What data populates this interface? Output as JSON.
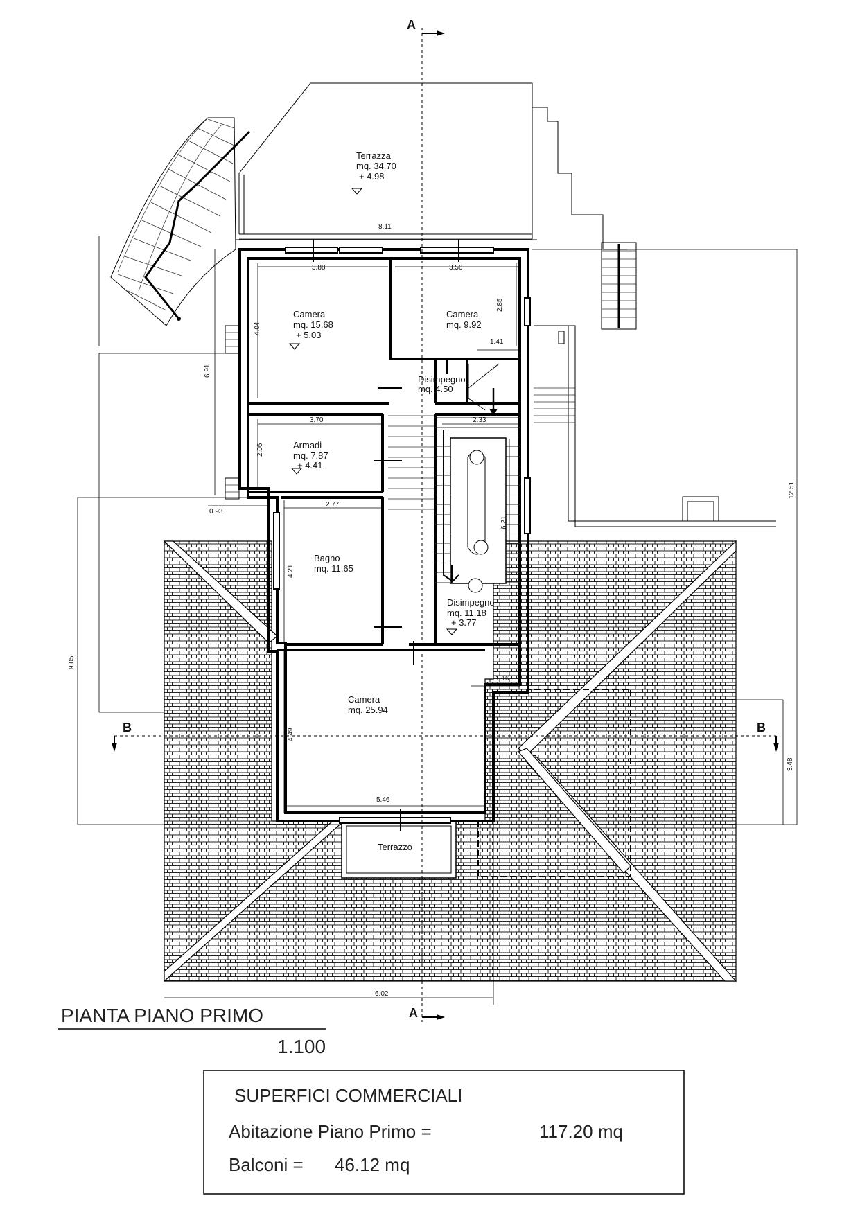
{
  "rooms": {
    "terrazza": {
      "name": "Terrazza",
      "area": "mq. 34.70",
      "level": "+ 4.98"
    },
    "camera1": {
      "name": "Camera",
      "area": "mq. 15.68",
      "level": "+ 5.03"
    },
    "camera2": {
      "name": "Camera",
      "area": "mq. 9.92"
    },
    "disimpegno1": {
      "name": "Disimpegno",
      "area": "mq. 4.50"
    },
    "armadi": {
      "name": "Armadi",
      "area": "mq. 7.87",
      "level": "+ 4.41"
    },
    "bagno": {
      "name": "Bagno",
      "area": "mq. 11.65"
    },
    "disimpegno2": {
      "name": "Disimpegno",
      "area": "mq. 11.18",
      "level": "+ 3.77"
    },
    "camera3": {
      "name": "Camera",
      "area": "mq. 25.94"
    },
    "terrazzo": {
      "name": "Terrazzo"
    }
  },
  "dimensions": {
    "d811": "8.11",
    "d388": "3.88",
    "d356": "3.56",
    "d285": "2.85",
    "d141": "1.41",
    "d404": "4.04",
    "d691": "6.91",
    "d370": "3.70",
    "d233": "2.33",
    "d206": "2.06",
    "d093": "0.93",
    "d277": "2.77",
    "d621": "6.21",
    "d421": "4.21",
    "d116": "1.16",
    "d905": "9.05",
    "d449": "4.49",
    "d546": "5.46",
    "d1251": "12.51",
    "d348": "3.48",
    "d602": "6.02"
  },
  "section_marks": {
    "a_top": "A",
    "a_bottom": "A",
    "b_left": "B",
    "b_right": "B"
  },
  "title": {
    "heading": "PIANTA  PIANO   PRIMO",
    "scale": "1.100"
  },
  "summary": {
    "heading": "SUPERFICI COMMERCIALI",
    "line1_label": "Abitazione  Piano  Primo  =",
    "line1_value": "117.20  mq",
    "line2_label": "Balconi =",
    "line2_value": "46.12  mq"
  }
}
